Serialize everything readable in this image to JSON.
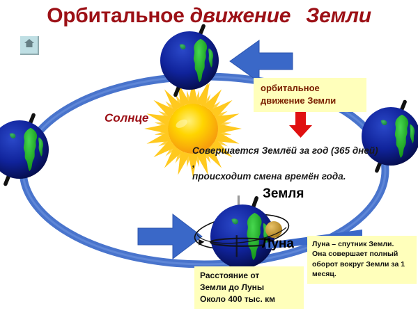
{
  "title": {
    "part1": "Орбитальное ",
    "part2": "движение",
    "part3": "Земли"
  },
  "toolbar": {
    "home_icon": "home-icon"
  },
  "labels": {
    "sun": "Солнце",
    "earth": "Земля",
    "moon": "Луна"
  },
  "description": {
    "text": "Совершается Землёй за год (365 дней) ,\nпроисходит смена времён года."
  },
  "callouts": {
    "orbital_motion": "орбитальное\nдвижение Земли",
    "moon_info": "Луна – спутник Земли.\nОна совершает полный\nоборот вокруг Земли за 1\nмесяц.",
    "distance_info": "Расстояние  от\nЗемли до Луны\nОколо 400 тыс. км"
  },
  "colors": {
    "title": "#9c1016",
    "orbit_blue": "#3a68c8",
    "arrow_blue": "#3a68c8",
    "red_arrow": "#e01010",
    "callout_bg": "#ffffbb",
    "earth_ocean": "#0e2a9b",
    "earth_land": "#1fc120",
    "sun_core": "#ffd400",
    "sun_rays": "#ffc400",
    "moon_body": "#d2a43a",
    "home_btn": "#bfdfe4"
  },
  "diagram": {
    "sun_name": "sun-graphic",
    "orbit_name": "earth-orbit-ellipse",
    "earth_top": "earth-globe-top",
    "earth_left": "earth-globe-left",
    "earth_right": "earth-globe-right",
    "earth_bottom": "earth-globe-bottom",
    "moon_body": "moon-globe",
    "moon_orbit": "moon-orbit-ellipse",
    "arrow_top": "orbit-direction-arrow-top",
    "arrow_bottom": "orbit-direction-arrow-bottom",
    "red_pointer": "red-down-arrow"
  }
}
